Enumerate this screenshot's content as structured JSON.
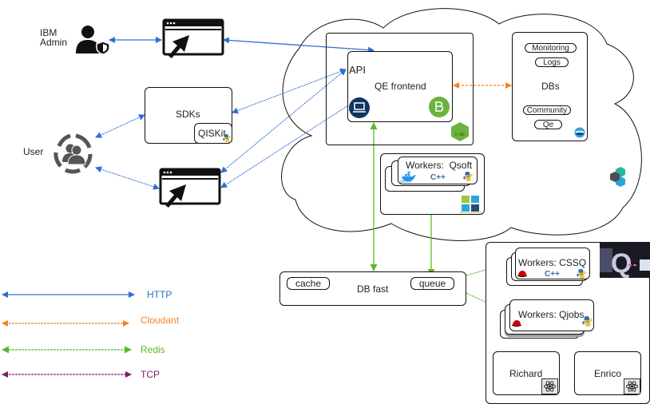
{
  "actors": {
    "admin": {
      "label_line1": "IBM",
      "label_line2": "Admin"
    },
    "user": {
      "label": "User"
    }
  },
  "sdks": {
    "label": "SDKs",
    "qiskit_label": "QISKit"
  },
  "cloud": {
    "qe_frontend": {
      "api_label": "API",
      "label": "QE frontend"
    },
    "dbs": {
      "label": "DBs",
      "tags": [
        "Monitoring",
        "Logs",
        "Community",
        "Qe"
      ]
    },
    "workers_qsoft": {
      "label": "Workers:  Qsoft",
      "cpp_label": "C++",
      "docker_label": "docker"
    }
  },
  "db_fast": {
    "label": "DB fast",
    "cache_label": "cache",
    "queue_label": "queue"
  },
  "lab": {
    "workers_cssq": {
      "label": "Workers: CSSQ",
      "cpp_label": "C++"
    },
    "workers_qjobs": {
      "label": "Workers: Qjobs"
    },
    "richard": {
      "label": "Richard"
    },
    "enrico": {
      "label": "Enrico"
    }
  },
  "legend": [
    {
      "name": "http",
      "label": "HTTP",
      "color": "#2f6fd0",
      "style": "solid"
    },
    {
      "name": "cloudant",
      "label": "Cloudant",
      "color": "#f58220",
      "style": "dashed"
    },
    {
      "name": "redis",
      "label": "Redis",
      "color": "#5cb82a",
      "style": "dashed"
    },
    {
      "name": "tcp",
      "label": "TCP",
      "color": "#7c1d6f",
      "style": "dashed"
    }
  ],
  "colors": {
    "http": "#2f6fd0",
    "cloudant": "#f58220",
    "redis": "#5cb82a",
    "tcp": "#7c1d6f",
    "laptop_badge": "#0f3560",
    "bluemix_badge": "#6bb33e"
  }
}
